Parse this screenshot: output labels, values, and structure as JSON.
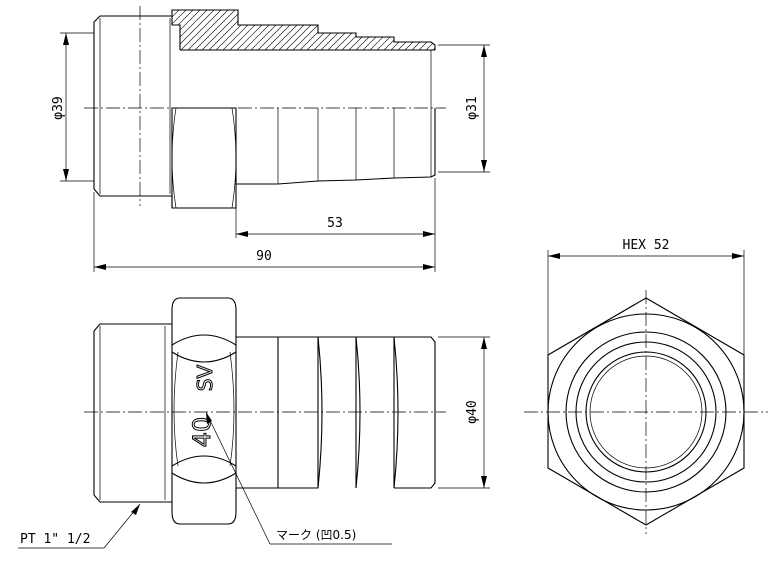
{
  "dimensions": {
    "dia_39": "φ39",
    "dia_31": "φ31",
    "len_53": "53",
    "len_90": "90",
    "dia_40": "φ40",
    "hex_52": "HEX 52"
  },
  "callouts": {
    "thread": "PT 1\" 1/2",
    "mark": "マーク (凹0.5)"
  },
  "body_marking": {
    "text": "40",
    "logo": "SV"
  }
}
